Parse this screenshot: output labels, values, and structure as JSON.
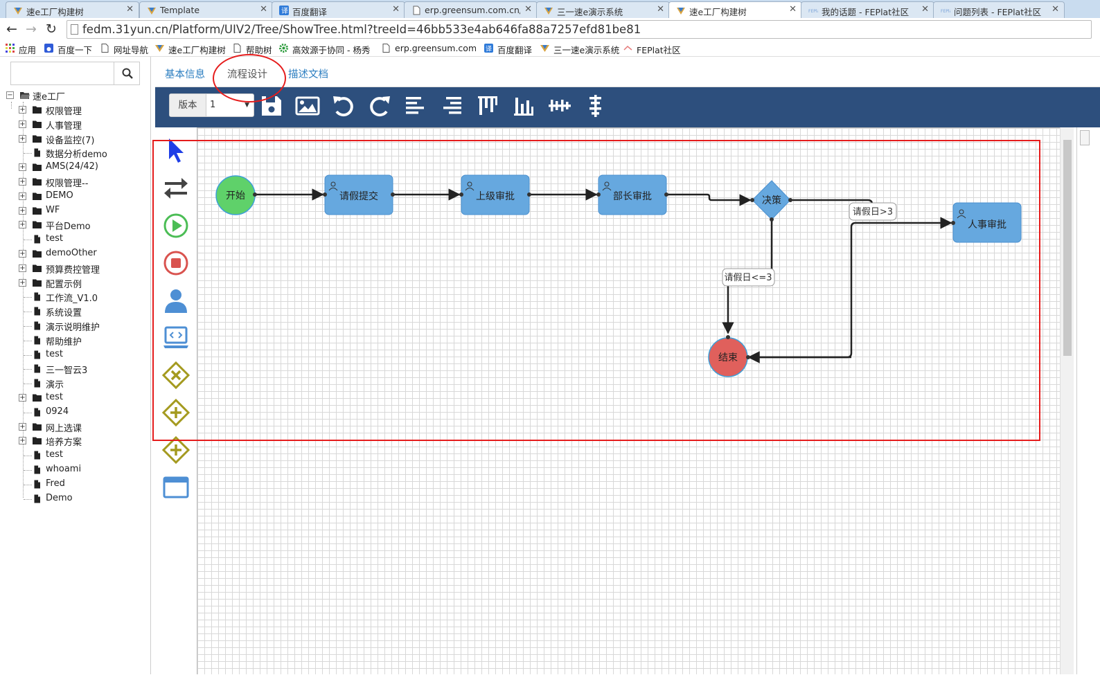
{
  "browser": {
    "tabs": [
      {
        "title": "速e工厂构建树",
        "active": false
      },
      {
        "title": "Template",
        "active": false
      },
      {
        "title": "百度翻译",
        "active": false
      },
      {
        "title": "erp.greensum.com.cn/m",
        "active": false
      },
      {
        "title": "三一速e演示系统",
        "active": false
      },
      {
        "title": "速e工厂构建树",
        "active": true
      },
      {
        "title": "我的话题 - FEPlat社区",
        "active": false
      },
      {
        "title": "问题列表 - FEPlat社区",
        "active": false
      }
    ],
    "url": "fedm.31yun.cn/Platform/UIV2/Tree/ShowTree.html?treeId=46bb533e4ab646fa88a7257efd81be81",
    "bookmarks": [
      {
        "label": "应用",
        "icon": "apps-grid-icon"
      },
      {
        "label": "百度一下",
        "icon": "baidu-paw-icon"
      },
      {
        "label": "网址导航",
        "icon": "page-icon"
      },
      {
        "label": "速e工厂构建树",
        "icon": "fe-logo-icon"
      },
      {
        "label": "帮助树",
        "icon": "page-icon"
      },
      {
        "label": "高效源于协同 - 杨秀",
        "icon": "green-gear-icon"
      },
      {
        "label": "erp.greensum.com.c",
        "icon": "page-icon"
      },
      {
        "label": "百度翻译",
        "icon": "translate-icon"
      },
      {
        "label": "三一速e演示系统",
        "icon": "fe-logo-icon"
      },
      {
        "label": "FEPlat社区",
        "icon": "feplat-icon"
      }
    ]
  },
  "tree": {
    "search_placeholder": "",
    "root": "速e工厂",
    "items": [
      {
        "label": "权限管理",
        "type": "folder",
        "expandable": true
      },
      {
        "label": "人事管理",
        "type": "folder",
        "expandable": true
      },
      {
        "label": "设备监控(7)",
        "type": "folder",
        "expandable": true
      },
      {
        "label": "数据分析demo",
        "type": "file",
        "expandable": false
      },
      {
        "label": "AMS(24/42)",
        "type": "folder",
        "expandable": true
      },
      {
        "label": "权限管理--",
        "type": "folder",
        "expandable": true
      },
      {
        "label": "DEMO",
        "type": "folder",
        "expandable": true
      },
      {
        "label": "WF",
        "type": "folder",
        "expandable": true
      },
      {
        "label": "平台Demo",
        "type": "folder",
        "expandable": true
      },
      {
        "label": "test",
        "type": "file",
        "expandable": false
      },
      {
        "label": "demoOther",
        "type": "folder",
        "expandable": true
      },
      {
        "label": "预算费控管理",
        "type": "folder",
        "expandable": true
      },
      {
        "label": "配置示例",
        "type": "folder",
        "expandable": true
      },
      {
        "label": "工作流_V1.0",
        "type": "file",
        "expandable": false
      },
      {
        "label": "系统设置",
        "type": "file",
        "expandable": false
      },
      {
        "label": "演示说明维护",
        "type": "file",
        "expandable": false
      },
      {
        "label": "帮助维护",
        "type": "file",
        "expandable": false
      },
      {
        "label": "test",
        "type": "file",
        "expandable": false
      },
      {
        "label": "三一智云3",
        "type": "file",
        "expandable": false
      },
      {
        "label": "演示",
        "type": "file",
        "expandable": false
      },
      {
        "label": "test",
        "type": "folder",
        "expandable": true
      },
      {
        "label": "0924",
        "type": "file",
        "expandable": false
      },
      {
        "label": "网上选课",
        "type": "folder",
        "expandable": true
      },
      {
        "label": "培养方案",
        "type": "folder",
        "expandable": true
      },
      {
        "label": "test",
        "type": "file",
        "expandable": false
      },
      {
        "label": "whoami",
        "type": "file",
        "expandable": false
      },
      {
        "label": "Fred",
        "type": "file",
        "expandable": false
      },
      {
        "label": "Demo",
        "type": "file",
        "expandable": false
      }
    ]
  },
  "main": {
    "tabs": [
      {
        "label": "基本信息",
        "selected": false
      },
      {
        "label": "流程设计",
        "selected": true
      },
      {
        "label": "描述文档",
        "selected": false
      }
    ],
    "toolbar": {
      "version_label": "版本",
      "version_value": "1",
      "icons": [
        "save-icon",
        "image-icon",
        "undo-icon",
        "redo-icon",
        "align-left-icon",
        "align-right-icon",
        "align-top-icon",
        "align-bottom-icon",
        "distribute-horizontal-icon",
        "distribute-vertical-icon"
      ]
    },
    "palette": [
      "pointer-icon",
      "transition-icon",
      "start-event-icon",
      "end-event-icon",
      "user-task-icon",
      "script-task-icon",
      "exclusive-gateway-icon",
      "parallel-gateway-icon",
      "inclusive-gateway-icon",
      "subprocess-icon"
    ]
  },
  "flow": {
    "start": "开始",
    "end": "结束",
    "tasks": [
      "请假提交",
      "上级审批",
      "部长审批",
      "人事审批"
    ],
    "decision": "决策",
    "edge_labels": [
      "请假日>3",
      "请假日<=3"
    ],
    "colors": {
      "start": "#5fd16a",
      "end": "#e0605c",
      "task": "#66a8df",
      "task_border": "#4b90cf",
      "edge": "#222222",
      "annotation": "#e51c1c",
      "toolbar": "#2d4f7d"
    }
  }
}
